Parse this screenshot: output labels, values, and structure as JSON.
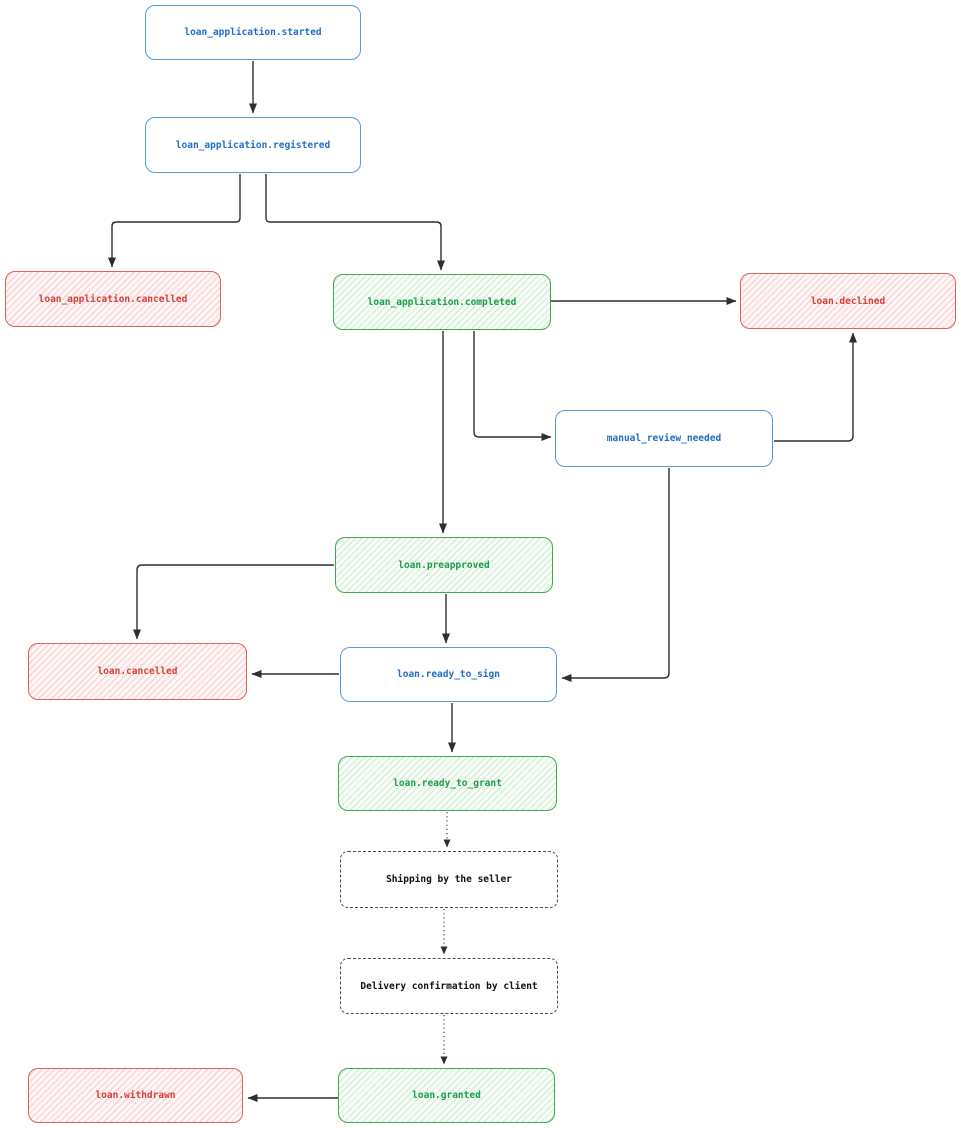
{
  "colors": {
    "arrow": "#2f2f2f",
    "blue_border": "#5b9bd5",
    "blue_text": "#1f6fc8",
    "green_border": "#43a84e",
    "green_text": "#1b9e4b",
    "green_hatch": "#cfead4",
    "green_bg": "#f6fbf6",
    "red_border": "#e0605c",
    "red_text": "#d4403a",
    "red_hatch": "#f6cfcd",
    "red_bg": "#fdf5f5",
    "neutral_border": "#4a4a4a",
    "neutral_text": "#111111"
  },
  "nodes": {
    "started": {
      "label": "loan_application.started"
    },
    "registered": {
      "label": "loan_application.registered"
    },
    "app_cancelled": {
      "label": "loan_application.cancelled"
    },
    "completed": {
      "label": "loan_application.completed"
    },
    "declined": {
      "label": "loan.declined"
    },
    "manual_review": {
      "label": "manual_review_needed"
    },
    "preapproved": {
      "label": "loan.preapproved"
    },
    "loan_cancelled": {
      "label": "loan.cancelled"
    },
    "ready_to_sign": {
      "label": "loan.ready_to_sign"
    },
    "ready_to_grant": {
      "label": "loan.ready_to_grant"
    },
    "shipping": {
      "label": "Shipping by the seller"
    },
    "delivery": {
      "label": "Delivery confirmation by client"
    },
    "granted": {
      "label": "loan.granted"
    },
    "withdrawn": {
      "label": "loan.withdrawn"
    }
  },
  "edges": [
    {
      "from": "loan_application.started",
      "to": "loan_application.registered",
      "style": "solid"
    },
    {
      "from": "loan_application.registered",
      "to": "loan_application.cancelled",
      "style": "solid"
    },
    {
      "from": "loan_application.registered",
      "to": "loan_application.completed",
      "style": "solid"
    },
    {
      "from": "loan_application.completed",
      "to": "loan.declined",
      "style": "solid"
    },
    {
      "from": "loan_application.completed",
      "to": "manual_review_needed",
      "style": "solid"
    },
    {
      "from": "manual_review_needed",
      "to": "loan.declined",
      "style": "solid"
    },
    {
      "from": "loan_application.completed",
      "to": "loan.preapproved",
      "style": "solid"
    },
    {
      "from": "loan.preapproved",
      "to": "loan.cancelled",
      "style": "solid"
    },
    {
      "from": "loan.preapproved",
      "to": "loan.ready_to_sign",
      "style": "solid"
    },
    {
      "from": "loan.ready_to_sign",
      "to": "loan.cancelled",
      "style": "solid"
    },
    {
      "from": "manual_review_needed",
      "to": "loan.ready_to_sign",
      "style": "solid"
    },
    {
      "from": "loan.ready_to_sign",
      "to": "loan.ready_to_grant",
      "style": "solid"
    },
    {
      "from": "loan.ready_to_grant",
      "to": "Shipping by the seller",
      "style": "dotted"
    },
    {
      "from": "Shipping by the seller",
      "to": "Delivery confirmation by client",
      "style": "dotted"
    },
    {
      "from": "Delivery confirmation by client",
      "to": "loan.granted",
      "style": "dotted"
    },
    {
      "from": "loan.granted",
      "to": "loan.withdrawn",
      "style": "solid"
    }
  ]
}
